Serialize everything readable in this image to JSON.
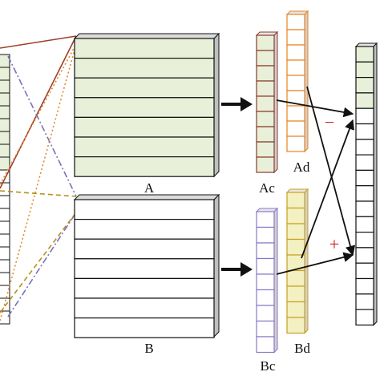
{
  "labels": {
    "a": "A",
    "b": "B",
    "ac": "Ac",
    "ad": "Ad",
    "bc": "Bc",
    "bd": "Bd",
    "minus": "−",
    "plus": "+"
  },
  "colors": {
    "green_fill": "#e8f0da",
    "white_fill": "#ffffff",
    "stroke": "#111111",
    "side_face": "#bfbfbf",
    "ac_stroke": "#8b3a2a",
    "ad_stroke": "#e8821e",
    "bc_stroke": "#8c78c8",
    "bd_stroke": "#c8a020",
    "bd_fill": "#f3f0c2",
    "sign_red": "#cc2222",
    "line_brown": "#a0402a",
    "line_orange": "#e08a2a",
    "line_purple": "#7a72b8",
    "line_gold": "#b89018"
  }
}
